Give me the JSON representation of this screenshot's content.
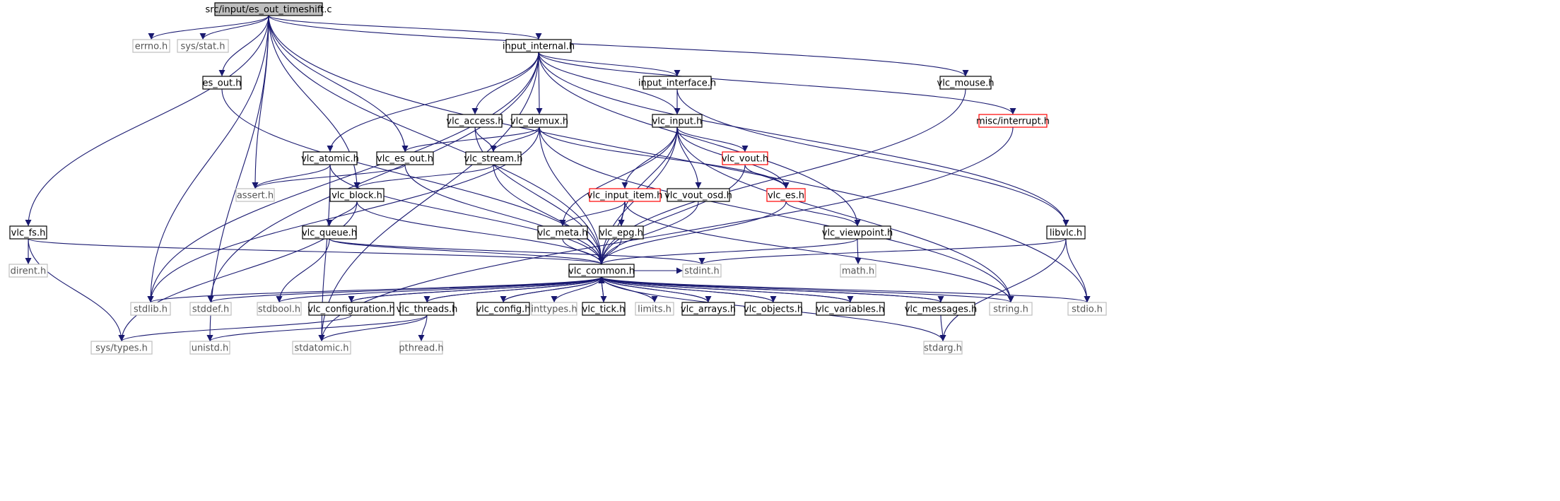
{
  "title": "src/input/es_out_timeshift.c",
  "colors": {
    "edge": "#191970",
    "root_fill": "#bfbfbf",
    "header_border": "#000000",
    "system_border": "#bfbfbf",
    "incomplete_border": "#ff0000",
    "system_text": "#555555"
  },
  "nodes": [
    {
      "id": "root",
      "label": "src/input/es_out_timeshift.c",
      "kind": "root"
    },
    {
      "id": "errno",
      "label": "errno.h",
      "kind": "system"
    },
    {
      "id": "sys_stat",
      "label": "sys/stat.h",
      "kind": "system"
    },
    {
      "id": "input_internal",
      "label": "input_internal.h",
      "kind": "header"
    },
    {
      "id": "vlc_mouse",
      "label": "vlc_mouse.h",
      "kind": "header"
    },
    {
      "id": "es_out",
      "label": "es_out.h",
      "kind": "header"
    },
    {
      "id": "input_interface",
      "label": "input_interface.h",
      "kind": "header"
    },
    {
      "id": "misc_interrupt",
      "label": "misc/interrupt.h",
      "kind": "incomplete"
    },
    {
      "id": "vlc_access",
      "label": "vlc_access.h",
      "kind": "header"
    },
    {
      "id": "vlc_demux",
      "label": "vlc_demux.h",
      "kind": "header"
    },
    {
      "id": "vlc_input",
      "label": "vlc_input.h",
      "kind": "header"
    },
    {
      "id": "vlc_atomic",
      "label": "vlc_atomic.h",
      "kind": "header"
    },
    {
      "id": "vlc_es_out",
      "label": "vlc_es_out.h",
      "kind": "header"
    },
    {
      "id": "vlc_stream",
      "label": "vlc_stream.h",
      "kind": "header"
    },
    {
      "id": "vlc_vout",
      "label": "vlc_vout.h",
      "kind": "incomplete"
    },
    {
      "id": "assert",
      "label": "assert.h",
      "kind": "system"
    },
    {
      "id": "vlc_block",
      "label": "vlc_block.h",
      "kind": "header"
    },
    {
      "id": "vlc_input_item",
      "label": "vlc_input_item.h",
      "kind": "incomplete"
    },
    {
      "id": "vlc_vout_osd",
      "label": "vlc_vout_osd.h",
      "kind": "header"
    },
    {
      "id": "vlc_es",
      "label": "vlc_es.h",
      "kind": "incomplete"
    },
    {
      "id": "vlc_fs",
      "label": "vlc_fs.h",
      "kind": "header"
    },
    {
      "id": "vlc_queue",
      "label": "vlc_queue.h",
      "kind": "header"
    },
    {
      "id": "vlc_meta",
      "label": "vlc_meta.h",
      "kind": "header"
    },
    {
      "id": "vlc_epg",
      "label": "vlc_epg.h",
      "kind": "header"
    },
    {
      "id": "vlc_viewpoint",
      "label": "vlc_viewpoint.h",
      "kind": "header"
    },
    {
      "id": "libvlc",
      "label": "libvlc.h",
      "kind": "header"
    },
    {
      "id": "dirent",
      "label": "dirent.h",
      "kind": "system"
    },
    {
      "id": "vlc_common",
      "label": "vlc_common.h",
      "kind": "header"
    },
    {
      "id": "stdint",
      "label": "stdint.h",
      "kind": "system"
    },
    {
      "id": "math",
      "label": "math.h",
      "kind": "system"
    },
    {
      "id": "stdlib",
      "label": "stdlib.h",
      "kind": "system"
    },
    {
      "id": "stddef",
      "label": "stddef.h",
      "kind": "system"
    },
    {
      "id": "stdbool",
      "label": "stdbool.h",
      "kind": "system"
    },
    {
      "id": "vlc_configuration",
      "label": "vlc_configuration.h",
      "kind": "header"
    },
    {
      "id": "vlc_threads",
      "label": "vlc_threads.h",
      "kind": "header"
    },
    {
      "id": "vlc_config",
      "label": "vlc_config.h",
      "kind": "header"
    },
    {
      "id": "inttypes",
      "label": "inttypes.h",
      "kind": "system"
    },
    {
      "id": "vlc_tick",
      "label": "vlc_tick.h",
      "kind": "header"
    },
    {
      "id": "limits",
      "label": "limits.h",
      "kind": "system"
    },
    {
      "id": "vlc_arrays",
      "label": "vlc_arrays.h",
      "kind": "header"
    },
    {
      "id": "vlc_objects",
      "label": "vlc_objects.h",
      "kind": "header"
    },
    {
      "id": "vlc_variables",
      "label": "vlc_variables.h",
      "kind": "header"
    },
    {
      "id": "vlc_messages",
      "label": "vlc_messages.h",
      "kind": "header"
    },
    {
      "id": "string",
      "label": "string.h",
      "kind": "system"
    },
    {
      "id": "stdio",
      "label": "stdio.h",
      "kind": "system"
    },
    {
      "id": "sys_types",
      "label": "sys/types.h",
      "kind": "system"
    },
    {
      "id": "unistd",
      "label": "unistd.h",
      "kind": "system"
    },
    {
      "id": "stdatomic",
      "label": "stdatomic.h",
      "kind": "system"
    },
    {
      "id": "pthread",
      "label": "pthread.h",
      "kind": "system"
    },
    {
      "id": "stdarg",
      "label": "stdarg.h",
      "kind": "system"
    }
  ],
  "edges": [
    [
      "root",
      "errno"
    ],
    [
      "root",
      "sys_stat"
    ],
    [
      "root",
      "input_internal"
    ],
    [
      "root",
      "vlc_mouse"
    ],
    [
      "root",
      "es_out"
    ],
    [
      "root",
      "vlc_fs"
    ],
    [
      "root",
      "stdlib"
    ],
    [
      "root",
      "unistd"
    ],
    [
      "root",
      "assert"
    ],
    [
      "root",
      "vlc_block"
    ],
    [
      "root",
      "vlc_es_out"
    ],
    [
      "root",
      "vlc_common"
    ],
    [
      "root",
      "stdio"
    ],
    [
      "input_internal",
      "input_interface"
    ],
    [
      "input_internal",
      "misc_interrupt"
    ],
    [
      "input_internal",
      "vlc_access"
    ],
    [
      "input_internal",
      "vlc_demux"
    ],
    [
      "input_internal",
      "vlc_input"
    ],
    [
      "input_internal",
      "vlc_atomic"
    ],
    [
      "input_internal",
      "vlc_viewpoint"
    ],
    [
      "input_internal",
      "libvlc"
    ],
    [
      "input_internal",
      "stdlib"
    ],
    [
      "input_internal",
      "stdatomic"
    ],
    [
      "input_internal",
      "stddef"
    ],
    [
      "input_interface",
      "vlc_input"
    ],
    [
      "input_interface",
      "libvlc"
    ],
    [
      "vlc_mouse",
      "vlc_common"
    ],
    [
      "es_out",
      "vlc_common"
    ],
    [
      "misc_interrupt",
      "stdatomic"
    ],
    [
      "vlc_access",
      "vlc_stream"
    ],
    [
      "vlc_access",
      "vlc_common"
    ],
    [
      "vlc_demux",
      "vlc_es_out"
    ],
    [
      "vlc_demux",
      "vlc_stream"
    ],
    [
      "vlc_demux",
      "vlc_es"
    ],
    [
      "vlc_demux",
      "vlc_common"
    ],
    [
      "vlc_demux",
      "stdlib"
    ],
    [
      "vlc_demux",
      "string"
    ],
    [
      "vlc_input",
      "vlc_vout"
    ],
    [
      "vlc_input",
      "vlc_es"
    ],
    [
      "vlc_input",
      "vlc_vout_osd"
    ],
    [
      "vlc_input",
      "vlc_input_item"
    ],
    [
      "vlc_input",
      "vlc_epg"
    ],
    [
      "vlc_input",
      "vlc_meta"
    ],
    [
      "vlc_input",
      "vlc_common"
    ],
    [
      "vlc_input",
      "string"
    ],
    [
      "vlc_atomic",
      "assert"
    ],
    [
      "vlc_atomic",
      "stdatomic"
    ],
    [
      "vlc_atomic",
      "vlc_common"
    ],
    [
      "vlc_es_out",
      "assert"
    ],
    [
      "vlc_es_out",
      "vlc_common"
    ],
    [
      "vlc_stream",
      "vlc_block"
    ],
    [
      "vlc_stream",
      "vlc_common"
    ],
    [
      "vlc_vout",
      "vlc_es"
    ],
    [
      "vlc_vout",
      "vlc_common"
    ],
    [
      "vlc_block",
      "vlc_queue"
    ],
    [
      "vlc_block",
      "sys_types"
    ],
    [
      "vlc_block",
      "vlc_common"
    ],
    [
      "vlc_input_item",
      "vlc_meta"
    ],
    [
      "vlc_input_item",
      "vlc_epg"
    ],
    [
      "vlc_input_item",
      "vlc_common"
    ],
    [
      "vlc_input_item",
      "string"
    ],
    [
      "vlc_vout_osd",
      "vlc_common"
    ],
    [
      "vlc_es",
      "vlc_viewpoint"
    ],
    [
      "vlc_es",
      "vlc_common"
    ],
    [
      "vlc_fs",
      "dirent"
    ],
    [
      "vlc_fs",
      "sys_types"
    ],
    [
      "vlc_fs",
      "vlc_common"
    ],
    [
      "vlc_queue",
      "stdbool"
    ],
    [
      "vlc_queue",
      "stdint"
    ],
    [
      "vlc_queue",
      "vlc_common"
    ],
    [
      "vlc_meta",
      "vlc_common"
    ],
    [
      "vlc_epg",
      "vlc_common"
    ],
    [
      "vlc_viewpoint",
      "math"
    ],
    [
      "vlc_viewpoint",
      "vlc_common"
    ],
    [
      "libvlc",
      "stdint"
    ],
    [
      "libvlc",
      "stdio"
    ],
    [
      "libvlc",
      "stdarg"
    ],
    [
      "vlc_common",
      "stdint"
    ],
    [
      "vlc_common",
      "stdlib"
    ],
    [
      "vlc_common",
      "stddef"
    ],
    [
      "vlc_common",
      "stdbool"
    ],
    [
      "vlc_common",
      "vlc_configuration"
    ],
    [
      "vlc_common",
      "vlc_threads"
    ],
    [
      "vlc_common",
      "vlc_config"
    ],
    [
      "vlc_common",
      "inttypes"
    ],
    [
      "vlc_common",
      "vlc_tick"
    ],
    [
      "vlc_common",
      "limits"
    ],
    [
      "vlc_common",
      "vlc_arrays"
    ],
    [
      "vlc_common",
      "vlc_objects"
    ],
    [
      "vlc_common",
      "vlc_variables"
    ],
    [
      "vlc_common",
      "vlc_messages"
    ],
    [
      "vlc_common",
      "string"
    ],
    [
      "vlc_common",
      "stdio"
    ],
    [
      "vlc_common",
      "stdarg"
    ],
    [
      "vlc_configuration",
      "vlc_common"
    ],
    [
      "vlc_configuration",
      "sys_types"
    ],
    [
      "vlc_threads",
      "vlc_common"
    ],
    [
      "vlc_threads",
      "unistd"
    ],
    [
      "vlc_threads",
      "stdatomic"
    ],
    [
      "vlc_threads",
      "pthread"
    ],
    [
      "vlc_config",
      "vlc_common"
    ],
    [
      "vlc_tick",
      "vlc_common"
    ],
    [
      "vlc_arrays",
      "vlc_common"
    ],
    [
      "vlc_objects",
      "vlc_common"
    ],
    [
      "vlc_variables",
      "vlc_common"
    ],
    [
      "vlc_messages",
      "vlc_common"
    ],
    [
      "vlc_messages",
      "stdarg"
    ]
  ]
}
